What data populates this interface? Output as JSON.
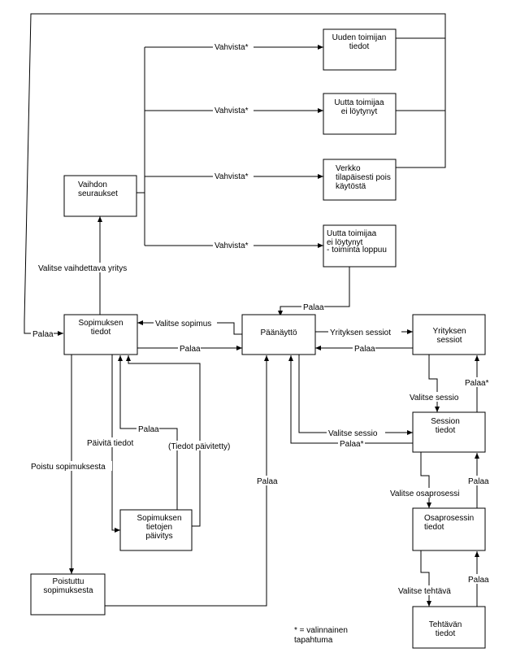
{
  "nodes": {
    "uuden_toimijan_tiedot": [
      "Uuden toimijan",
      "tiedot"
    ],
    "uutta_toimijaa_ei_loytynyt": [
      "Uutta toimijaa",
      "ei löytynyt"
    ],
    "verkko_pois_kaytosta": [
      "Verkko",
      "tilapäisesti pois",
      "käytöstä"
    ],
    "uutta_toimijaa_loppuu": [
      "Uutta toimijaa",
      "ei löytynyt",
      "- toiminta loppuu"
    ],
    "vaihdon_seuraukset": [
      "Vaihdon",
      "seuraukset"
    ],
    "sopimuksen_tiedot": [
      "Sopimuksen",
      "tiedot"
    ],
    "paanaytto": [
      "Päänäyttö"
    ],
    "yrityksen_sessiot": [
      "Yrityksen",
      "sessiot"
    ],
    "session_tiedot": [
      "Session",
      "tiedot"
    ],
    "osaprosessin_tiedot": [
      "Osaprosessin",
      "tiedot"
    ],
    "tehtavan_tiedot": [
      "Tehtävän",
      "tiedot"
    ],
    "sopimuksen_tietojen_paivitys": [
      "Sopimuksen",
      "tietojen",
      "päivitys"
    ],
    "poistuttu_sopimuksesta": [
      "Poistuttu",
      "sopimuksesta"
    ]
  },
  "edges": {
    "vahvista_1": "Vahvista*",
    "vahvista_2": "Vahvista*",
    "vahvista_3": "Vahvista*",
    "vahvista_4": "Vahvista*",
    "valitse_vaihdettava": "Valitse vaihdettava yritys",
    "palaa_loppuu": "Palaa",
    "palaa_left": "Palaa",
    "valitse_sopimus": "Valitse sopimus",
    "palaa_sopimus_paa": "Palaa",
    "yrityksen_sessiot_edge": "Yrityksen sessiot",
    "palaa_yritys_paa": "Palaa",
    "valitse_sessio_1": "Valitse sessio",
    "palaa_star_1": "Palaa*",
    "valitse_sessio_2": "Valitse sessio",
    "palaa_star_2": "Palaa*",
    "valitse_osaprosessi": "Valitse osaprosessi",
    "palaa_osa_session": "Palaa",
    "valitse_tehtava": "Valitse tehtävä",
    "palaa_teht_osa": "Palaa",
    "paivita_tiedot": "Päivitä tiedot",
    "palaa_paivitys": "Palaa",
    "tiedot_paivitetty": "(Tiedot päivitetty)",
    "poistu_sopimuksesta": "Poistu sopimuksesta",
    "palaa_poistuttu": "Palaa"
  },
  "legend": [
    "* = valinnainen",
    "tapahtuma"
  ]
}
